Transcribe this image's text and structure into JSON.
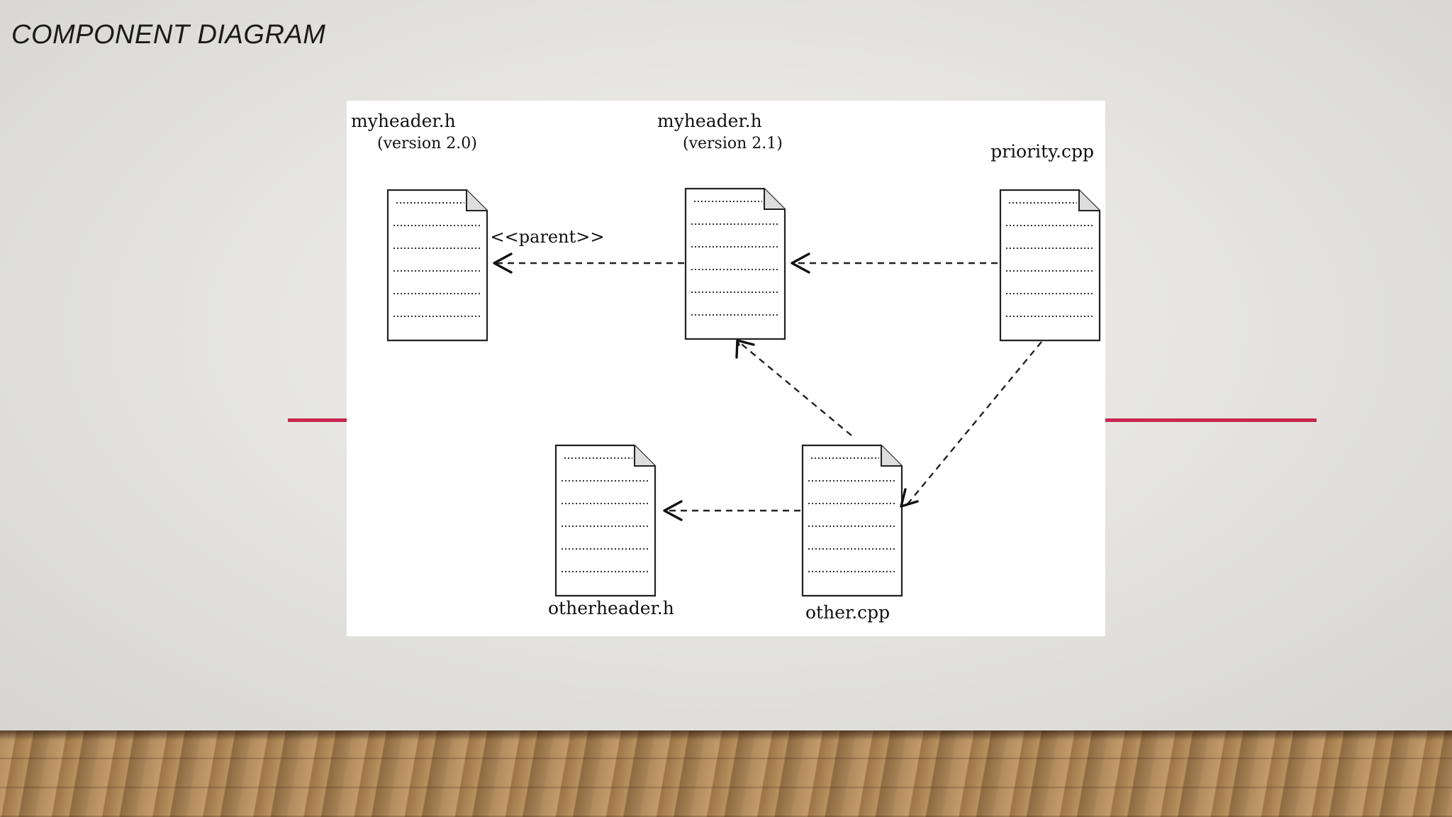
{
  "slide": {
    "title": "COMPONENT DIAGRAM",
    "accent_color": "#c8264e"
  },
  "diagram": {
    "components": [
      {
        "id": "myheader-v20",
        "name": "myheader.h",
        "version": "(version 2.0)"
      },
      {
        "id": "myheader-v21",
        "name": "myheader.h",
        "version": "(version 2.1)"
      },
      {
        "id": "priority-cpp",
        "name": "priority.cpp",
        "version": ""
      },
      {
        "id": "otherheader-h",
        "name": "otherheader.h",
        "version": ""
      },
      {
        "id": "other-cpp",
        "name": "other.cpp",
        "version": ""
      }
    ],
    "dependencies": [
      {
        "from": "myheader-v21",
        "to": "myheader-v20",
        "stereotype": "<<parent>>"
      },
      {
        "from": "priority-cpp",
        "to": "myheader-v21",
        "stereotype": ""
      },
      {
        "from": "priority-cpp",
        "to": "other-cpp",
        "stereotype": ""
      },
      {
        "from": "other-cpp",
        "to": "myheader-v21",
        "stereotype": ""
      },
      {
        "from": "other-cpp",
        "to": "otherheader-h",
        "stereotype": ""
      }
    ]
  }
}
